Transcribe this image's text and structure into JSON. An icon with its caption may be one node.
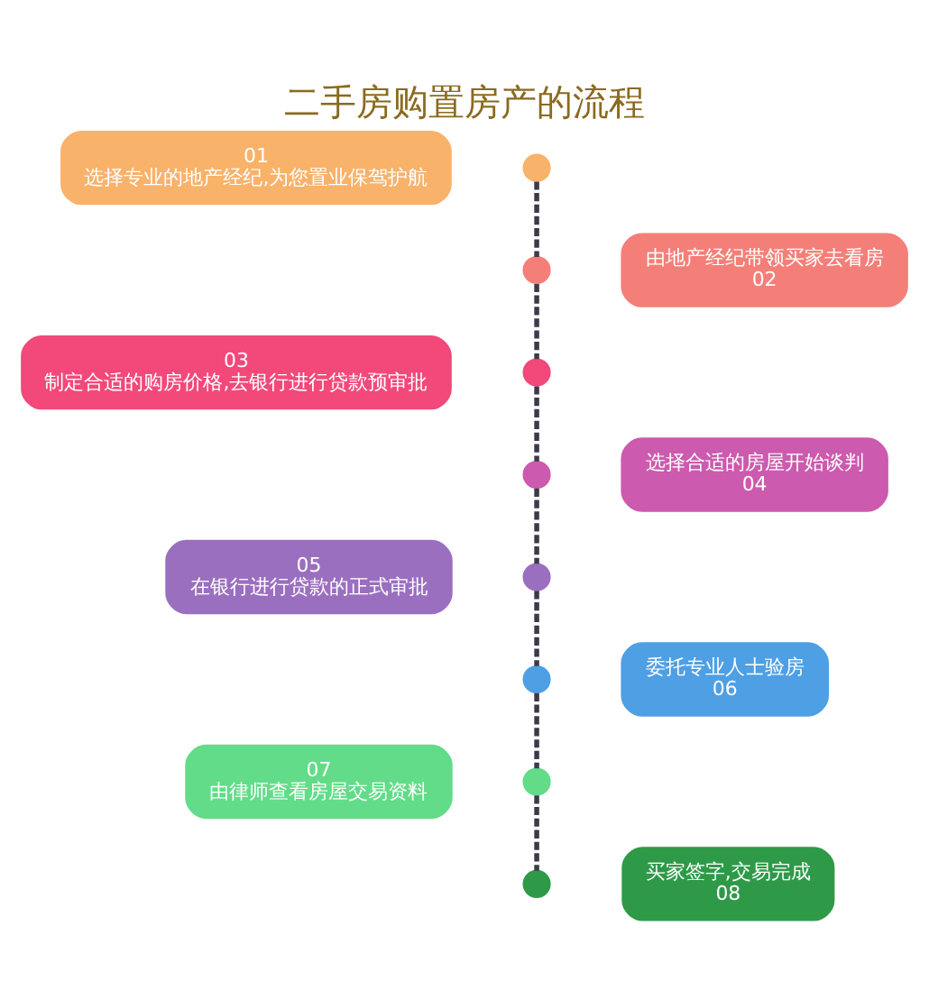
{
  "diagram": {
    "title": "二手房购置房产的流程",
    "nodes": [
      {
        "text": [
          "01",
          "选择专业的地产经纪,为您置业保驾护航"
        ]
      },
      {
        "text": [],
        "shape": "circle"
      },
      {
        "text": [
          "由地产经纪带领买家去看房",
          "02"
        ]
      },
      {
        "text": [],
        "shape": "circle"
      },
      {
        "text": [
          "03",
          "制定合适的购房价格,去银行进行贷款预审批"
        ]
      },
      {
        "text": [],
        "shape": "circle"
      },
      {
        "text": [
          "选择合适的房屋开始谈判",
          "04"
        ]
      },
      {
        "text": [],
        "shape": "circle"
      },
      {
        "text": [
          "05",
          "在银行进行贷款的正式审批"
        ]
      },
      {
        "text": [],
        "shape": "circle"
      },
      {
        "text": [
          "委托专业人士验房",
          "06"
        ]
      },
      {
        "text": [],
        "shape": "circle"
      },
      {
        "text": [
          "07",
          "由律师查看房屋交易资料"
        ]
      },
      {
        "text": [],
        "shape": "circle"
      },
      {
        "text": [
          "买家签字,交易完成",
          "08"
        ]
      },
      {
        "text": [],
        "shape": "circle"
      }
    ],
    "edges": [
      {
        "from": 1,
        "to": 3,
        "arrow": "none",
        "style": "dashed"
      },
      {
        "from": 3,
        "to": 5,
        "arrow": "none",
        "style": "dashed"
      },
      {
        "from": 5,
        "to": 7,
        "arrow": "none",
        "style": "dashed"
      },
      {
        "from": 7,
        "to": 9,
        "arrow": "none",
        "style": "dashed"
      },
      {
        "from": 9,
        "to": 11,
        "arrow": "none",
        "style": "dashed"
      },
      {
        "from": 11,
        "to": 13,
        "arrow": "none",
        "style": "dashed"
      },
      {
        "from": 13,
        "to": 15,
        "arrow": "none",
        "style": "dashed"
      }
    ]
  }
}
